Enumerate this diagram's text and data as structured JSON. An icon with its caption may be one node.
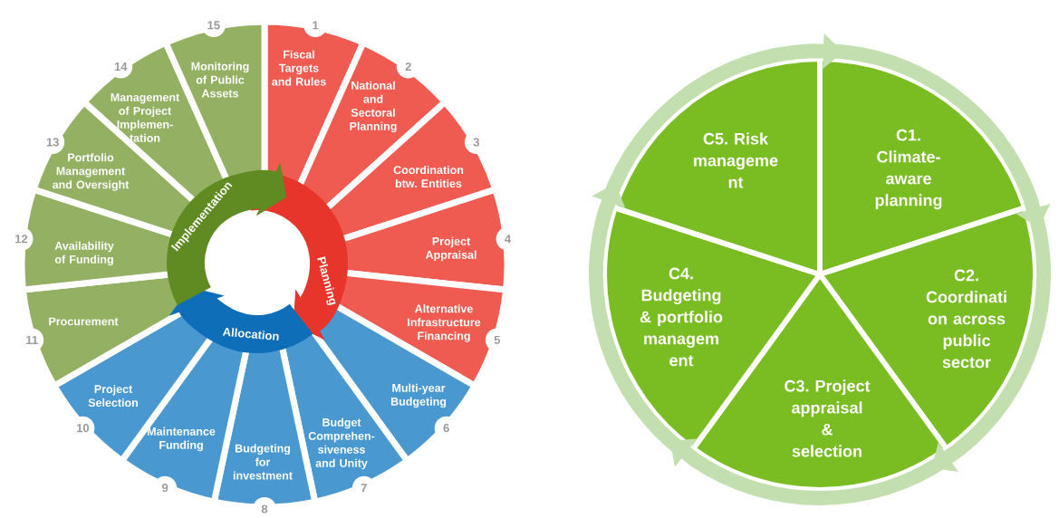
{
  "diagram": {
    "nodes": [
      {
        "text": [
          "Fiscal Targets and Rules"
        ]
      },
      {
        "text": [
          "National and Sectoral Planning"
        ]
      },
      {
        "text": [
          "Coordination btw. Entities"
        ]
      },
      {
        "text": [
          "Project Appraisal"
        ]
      },
      {
        "text": [
          "Alternative Infrastructure Financing"
        ]
      },
      {
        "text": [
          "Multi-year Budgeting"
        ]
      },
      {
        "text": [
          "Budget Comprehen- siveness and Unity"
        ]
      },
      {
        "text": [
          "Budgeting for investment"
        ]
      },
      {
        "text": [
          "Maintenance Funding"
        ]
      },
      {
        "text": [
          "Project Selection"
        ]
      },
      {
        "text": [
          "Procurement"
        ]
      },
      {
        "text": [
          "Availability of Funding"
        ]
      },
      {
        "text": [
          "Portfolio Management and Oversight"
        ]
      },
      {
        "text": [
          "Management of Project Implemen- tation"
        ]
      },
      {
        "text": [
          "Monitoring of Public Assets"
        ]
      },
      {
        "text": [
          "Planning"
        ]
      },
      {
        "text": [
          "Allocation"
        ]
      },
      {
        "text": [
          "Implementation"
        ]
      },
      {
        "text": [
          "C1. Climate- aware planning"
        ]
      },
      {
        "text": [
          "C2. Coordinati on across public sector"
        ]
      },
      {
        "text": [
          "C3. Project appraisal & selection"
        ]
      },
      {
        "text": [
          "C4. Budgeting & portfolio managem ent"
        ]
      },
      {
        "text": [
          "C5. Risk manageme nt"
        ]
      }
    ],
    "edges": [
      {
        "from": 18,
        "to": 19,
        "arrow": "to"
      },
      {
        "from": 19,
        "to": 20,
        "arrow": "to"
      },
      {
        "from": 20,
        "to": 21,
        "arrow": "to"
      },
      {
        "from": 21,
        "to": 22,
        "arrow": "to"
      },
      {
        "from": 22,
        "to": 18,
        "arrow": "to"
      }
    ],
    "labels": [
      "1",
      "2",
      "3",
      "4",
      "5",
      "6",
      "7",
      "8",
      "9",
      "10",
      "11",
      "12",
      "13",
      "14",
      "15"
    ]
  }
}
